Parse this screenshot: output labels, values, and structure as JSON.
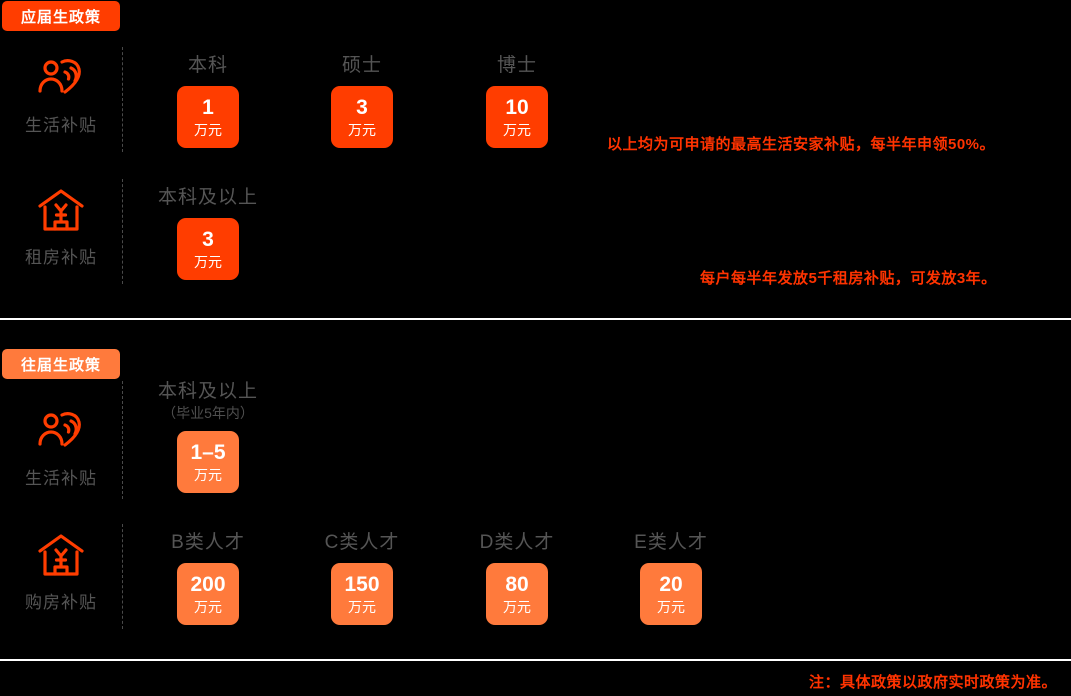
{
  "sections": [
    {
      "badge": "应届生政策",
      "badge_color": "#FF3D00",
      "rows": [
        {
          "icon": "person-heart-icon",
          "label": "生活补贴",
          "cells": [
            {
              "label": "本科",
              "sublabel": "",
              "amount": "1",
              "unit": "万元"
            },
            {
              "label": "硕士",
              "sublabel": "",
              "amount": "3",
              "unit": "万元"
            },
            {
              "label": "博士",
              "sublabel": "",
              "amount": "10",
              "unit": "万元"
            }
          ],
          "note": "以上均为可申请的最高生活安家补贴，每半年申领50%。"
        },
        {
          "icon": "house-yuan-icon",
          "label": "租房补贴",
          "cells": [
            {
              "label": "本科及以上",
              "sublabel": "",
              "amount": "3",
              "unit": "万元"
            }
          ],
          "note": "每户每半年发放5千租房补贴，可发放3年。"
        }
      ]
    },
    {
      "badge": "往届生政策",
      "badge_color": "#FF7A3C",
      "rows": [
        {
          "icon": "person-heart-icon",
          "label": "生活补贴",
          "cells": [
            {
              "label": "本科及以上",
              "sublabel": "（毕业5年内）",
              "amount": "1–5",
              "unit": "万元"
            }
          ],
          "note": ""
        },
        {
          "icon": "house-yuan-icon",
          "label": "购房补贴",
          "cells": [
            {
              "label": "B类人才",
              "sublabel": "",
              "amount": "200",
              "unit": "万元"
            },
            {
              "label": "C类人才",
              "sublabel": "",
              "amount": "150",
              "unit": "万元"
            },
            {
              "label": "D类人才",
              "sublabel": "",
              "amount": "80",
              "unit": "万元"
            },
            {
              "label": "E类人才",
              "sublabel": "",
              "amount": "20",
              "unit": "万元"
            }
          ],
          "note": ""
        }
      ]
    }
  ],
  "footer_note": "注：具体政策以政府实时政策为准。",
  "colors": {
    "background": "#000000",
    "accent_strong": "#FF3D00",
    "accent_light": "#FF7A3C",
    "note_text": "#FF3300",
    "label_text": "#555555",
    "divider": "#FFFFFF"
  }
}
